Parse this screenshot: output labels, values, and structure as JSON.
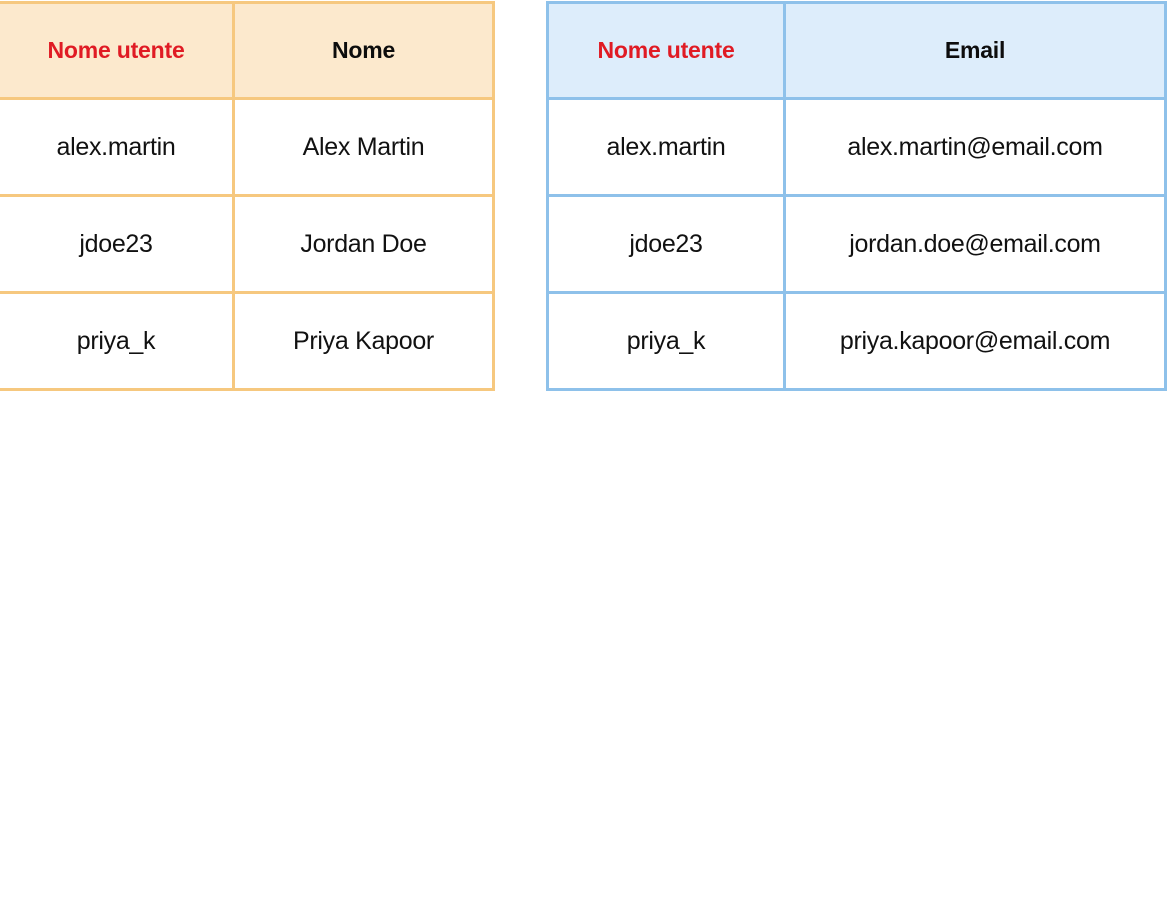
{
  "page": {
    "background_color": "#ffffff",
    "accent_username_color": "#e01b24",
    "text_color": "#111111"
  },
  "tables": [
    {
      "id": "users-name",
      "theme": {
        "header_background": "#fce9cd",
        "border_color": "#f6c87f",
        "body_background": "#ffffff"
      },
      "columns": [
        {
          "key": "username",
          "label": "Nome utente",
          "highlight": true
        },
        {
          "key": "name",
          "label": "Nome",
          "highlight": false
        }
      ],
      "rows": [
        {
          "username": "alex.martin",
          "name": "Alex Martin"
        },
        {
          "username": "jdoe23",
          "name": "Jordan Doe"
        },
        {
          "username": "priya_k",
          "name": "Priya Kapoor"
        }
      ]
    },
    {
      "id": "users-email",
      "theme": {
        "header_background": "#ddedfb",
        "border_color": "#8ec1ea",
        "body_background": "#ffffff"
      },
      "columns": [
        {
          "key": "username",
          "label": "Nome utente",
          "highlight": true
        },
        {
          "key": "email",
          "label": "Email",
          "highlight": false
        }
      ],
      "rows": [
        {
          "username": "alex.martin",
          "email": "alex.martin@email.com"
        },
        {
          "username": "jdoe23",
          "email": "jordan.doe@email.com"
        },
        {
          "username": "priya_k",
          "email": "priya.kapoor@email.com"
        }
      ]
    }
  ]
}
